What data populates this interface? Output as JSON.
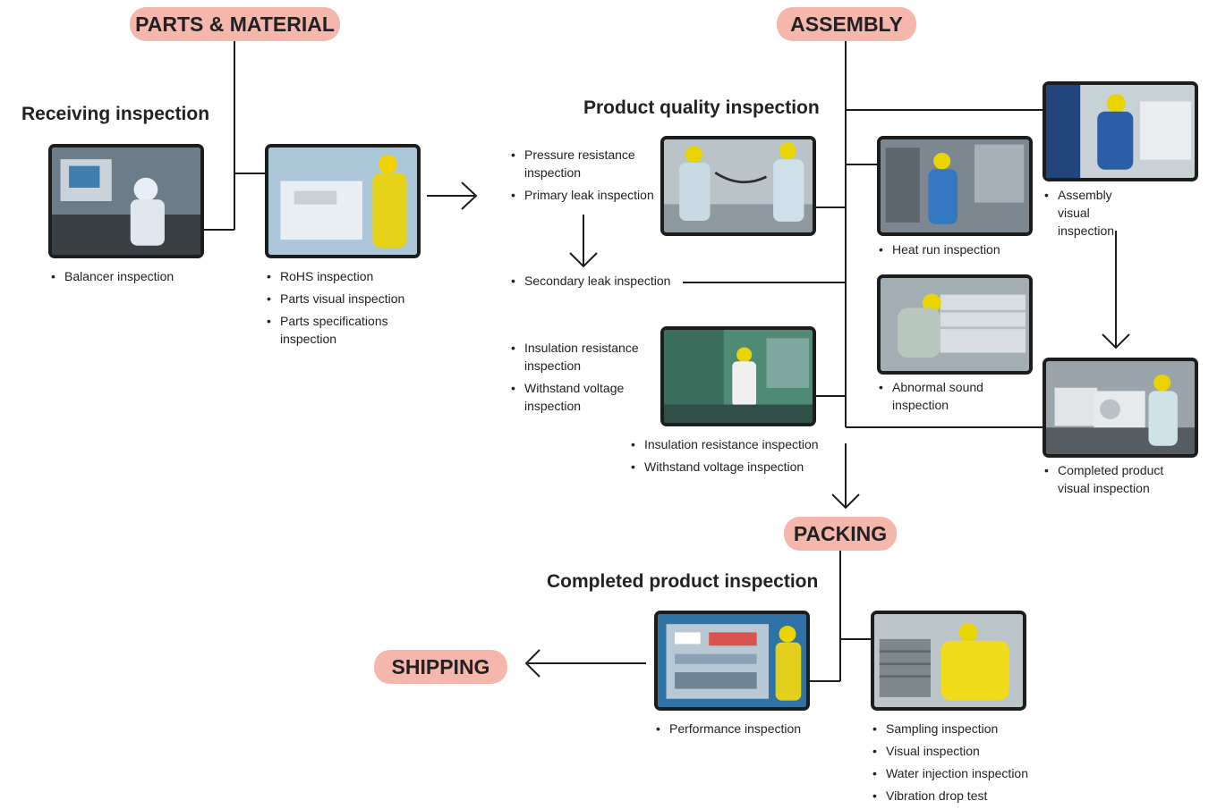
{
  "stages": {
    "parts": "PARTS & MATERIAL",
    "assembly": "ASSEMBLY",
    "packing": "PACKING",
    "shipping": "SHIPPING"
  },
  "sections": {
    "receiving": {
      "title": "Receiving inspection",
      "photo1_items": [
        "Balancer inspection"
      ],
      "photo2_items": [
        "RoHS inspection",
        "Parts visual inspection",
        "Parts specifications inspection"
      ]
    },
    "quality": {
      "title": "Product quality inspection",
      "group1": [
        "Pressure resistance inspection",
        "Primary leak inspection"
      ],
      "group2": [
        "Secondary leak inspection"
      ],
      "group3": [
        "Insulation resistance inspection",
        "Withstand voltage inspection"
      ],
      "group4": [
        "Insulation resistance inspection",
        "Withstand voltage inspection"
      ],
      "heat_run": [
        "Heat run inspection"
      ],
      "abnormal_sound": [
        "Abnormal sound inspection"
      ],
      "assembly_visual": [
        "Assembly visual inspection"
      ],
      "completed_visual": [
        "Completed product visual inspection"
      ]
    },
    "completed": {
      "title": "Completed product inspection",
      "performance": [
        "Performance inspection"
      ],
      "sampling": [
        "Sampling inspection",
        "Visual inspection",
        "Water injection inspection",
        "Vibration drop test"
      ]
    }
  },
  "photos": {
    "balancer": "balancer-inspection-photo",
    "rohs": "parts-inspection-photo",
    "pressure": "pressure-leak-inspection-photo",
    "insulation": "insulation-withstand-photo",
    "heat_run": "heat-run-photo",
    "abnormal": "abnormal-sound-photo",
    "assembly_visual": "assembly-visual-photo",
    "completed_visual": "completed-visual-photo",
    "performance": "performance-photo",
    "sampling": "sampling-photo"
  },
  "colors": {
    "pill": "#f5b7ab",
    "line": "#1d1d1d"
  }
}
